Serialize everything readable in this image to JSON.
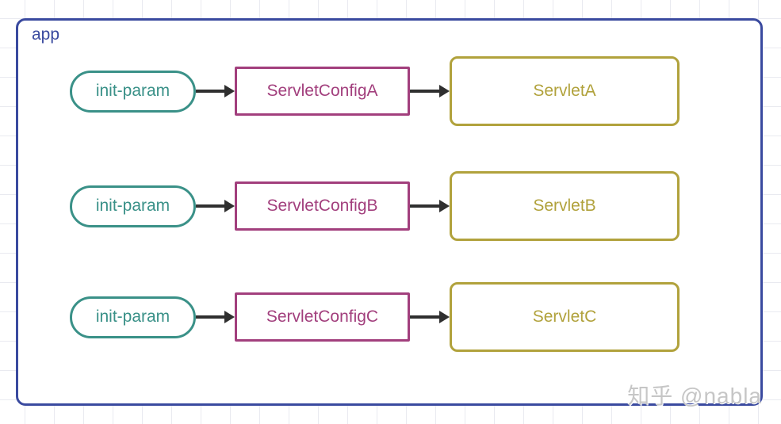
{
  "app": {
    "label": "app"
  },
  "rows": [
    {
      "pill": "init-param",
      "config": "ServletConfigA",
      "servlet": "ServletA"
    },
    {
      "pill": "init-param",
      "config": "ServletConfigB",
      "servlet": "ServletB"
    },
    {
      "pill": "init-param",
      "config": "ServletConfigC",
      "servlet": "ServletC"
    }
  ],
  "watermark": "知乎 @nabla",
  "colors": {
    "app_border": "#3a4a9f",
    "init_param": "#3a9188",
    "servlet_config": "#a23f7d",
    "servlet": "#b1a23c",
    "arrow": "#2f2f2f",
    "grid_line": "#e9eaf0",
    "watermark_text": "#c6c6c6"
  }
}
